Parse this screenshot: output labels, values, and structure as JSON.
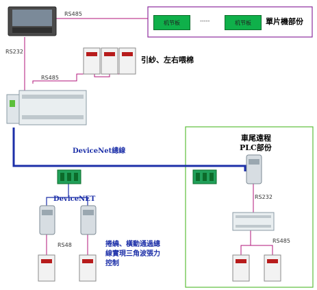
{
  "links": {
    "rs485_top": "RS485",
    "rs232_left": "RS232",
    "rs485_mid": "RS485",
    "rs232_right": "RS232",
    "rs48_bottom": "RS48",
    "rs485_bottom_right": "RS485"
  },
  "mcu_section": {
    "board_1": "机节板",
    "dashes": "-----",
    "board_2": "机节板",
    "title": "單片機部份"
  },
  "labels": {
    "yinsha": "引紗、左右喂棉",
    "devicenet_bus": "DeviceNet總線",
    "devicenet_node": "DeviceNET",
    "bottom_line_1": "捲繞、橫動通過總",
    "bottom_line_2": "線實現三角波張力",
    "bottom_line_3": "控制",
    "remote_line_1": "車尾遠程",
    "remote_line_2": "PLC部份"
  },
  "colors": {
    "bus": "#1c2fa8",
    "link_line": "#b0137a",
    "mcu_border": "#8c2a9c",
    "remote_border": "#5cbf3a",
    "board_fill": "#0fb04a"
  }
}
